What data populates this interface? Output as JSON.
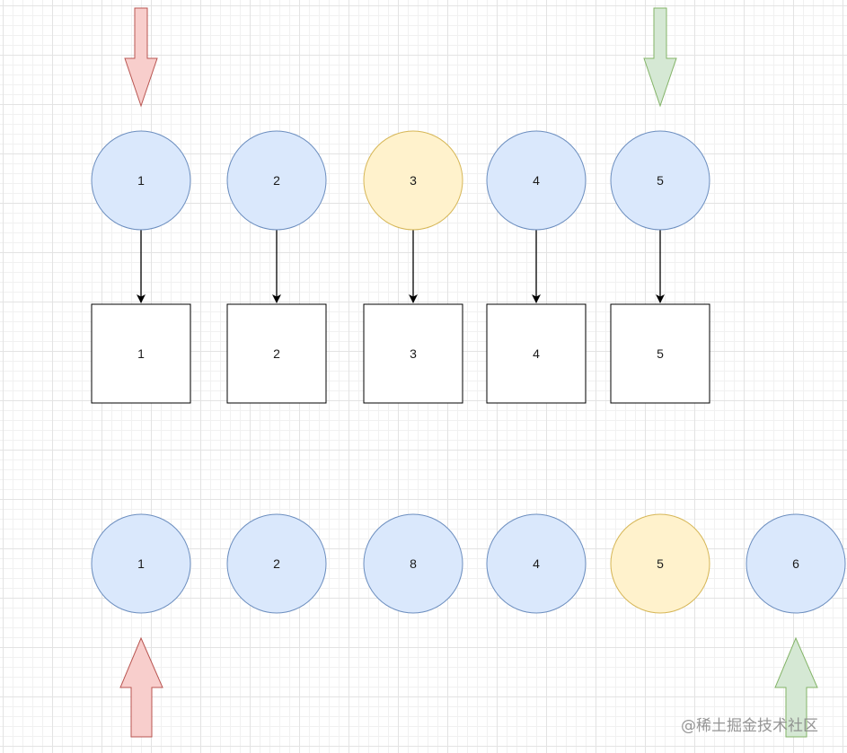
{
  "array_circles_top": [
    {
      "label": "1",
      "color": "#dae8fc"
    },
    {
      "label": "2",
      "color": "#dae8fc"
    },
    {
      "label": "3",
      "color": "#fff2cc"
    },
    {
      "label": "4",
      "color": "#dae8fc"
    },
    {
      "label": "5",
      "color": "#dae8fc"
    }
  ],
  "array_boxes": [
    {
      "label": "1"
    },
    {
      "label": "2"
    },
    {
      "label": "3"
    },
    {
      "label": "4"
    },
    {
      "label": "5"
    }
  ],
  "array_circles_bottom": [
    {
      "label": "1",
      "color": "#dae8fc"
    },
    {
      "label": "2",
      "color": "#dae8fc"
    },
    {
      "label": "8",
      "color": "#dae8fc"
    },
    {
      "label": "4",
      "color": "#dae8fc"
    },
    {
      "label": "5",
      "color": "#fff2cc"
    },
    {
      "label": "6",
      "color": "#dae8fc"
    }
  ],
  "pointer_arrows": [
    {
      "name": "top-left-pointer",
      "direction": "down",
      "color": "red"
    },
    {
      "name": "top-right-pointer",
      "direction": "down",
      "color": "green"
    },
    {
      "name": "bottom-left-pointer",
      "direction": "up",
      "color": "red"
    },
    {
      "name": "bottom-right-pointer",
      "direction": "up",
      "color": "green"
    }
  ],
  "colors": {
    "blue_fill": "#dae8fc",
    "blue_stroke": "#6c8ebf",
    "yellow_fill": "#fff2cc",
    "yellow_stroke": "#d6b656",
    "red_fill": "#f8cecc",
    "red_stroke": "#b85450",
    "green_fill": "#d5e8d4",
    "green_stroke": "#82b366"
  },
  "watermark": "@稀土掘金技术社区"
}
